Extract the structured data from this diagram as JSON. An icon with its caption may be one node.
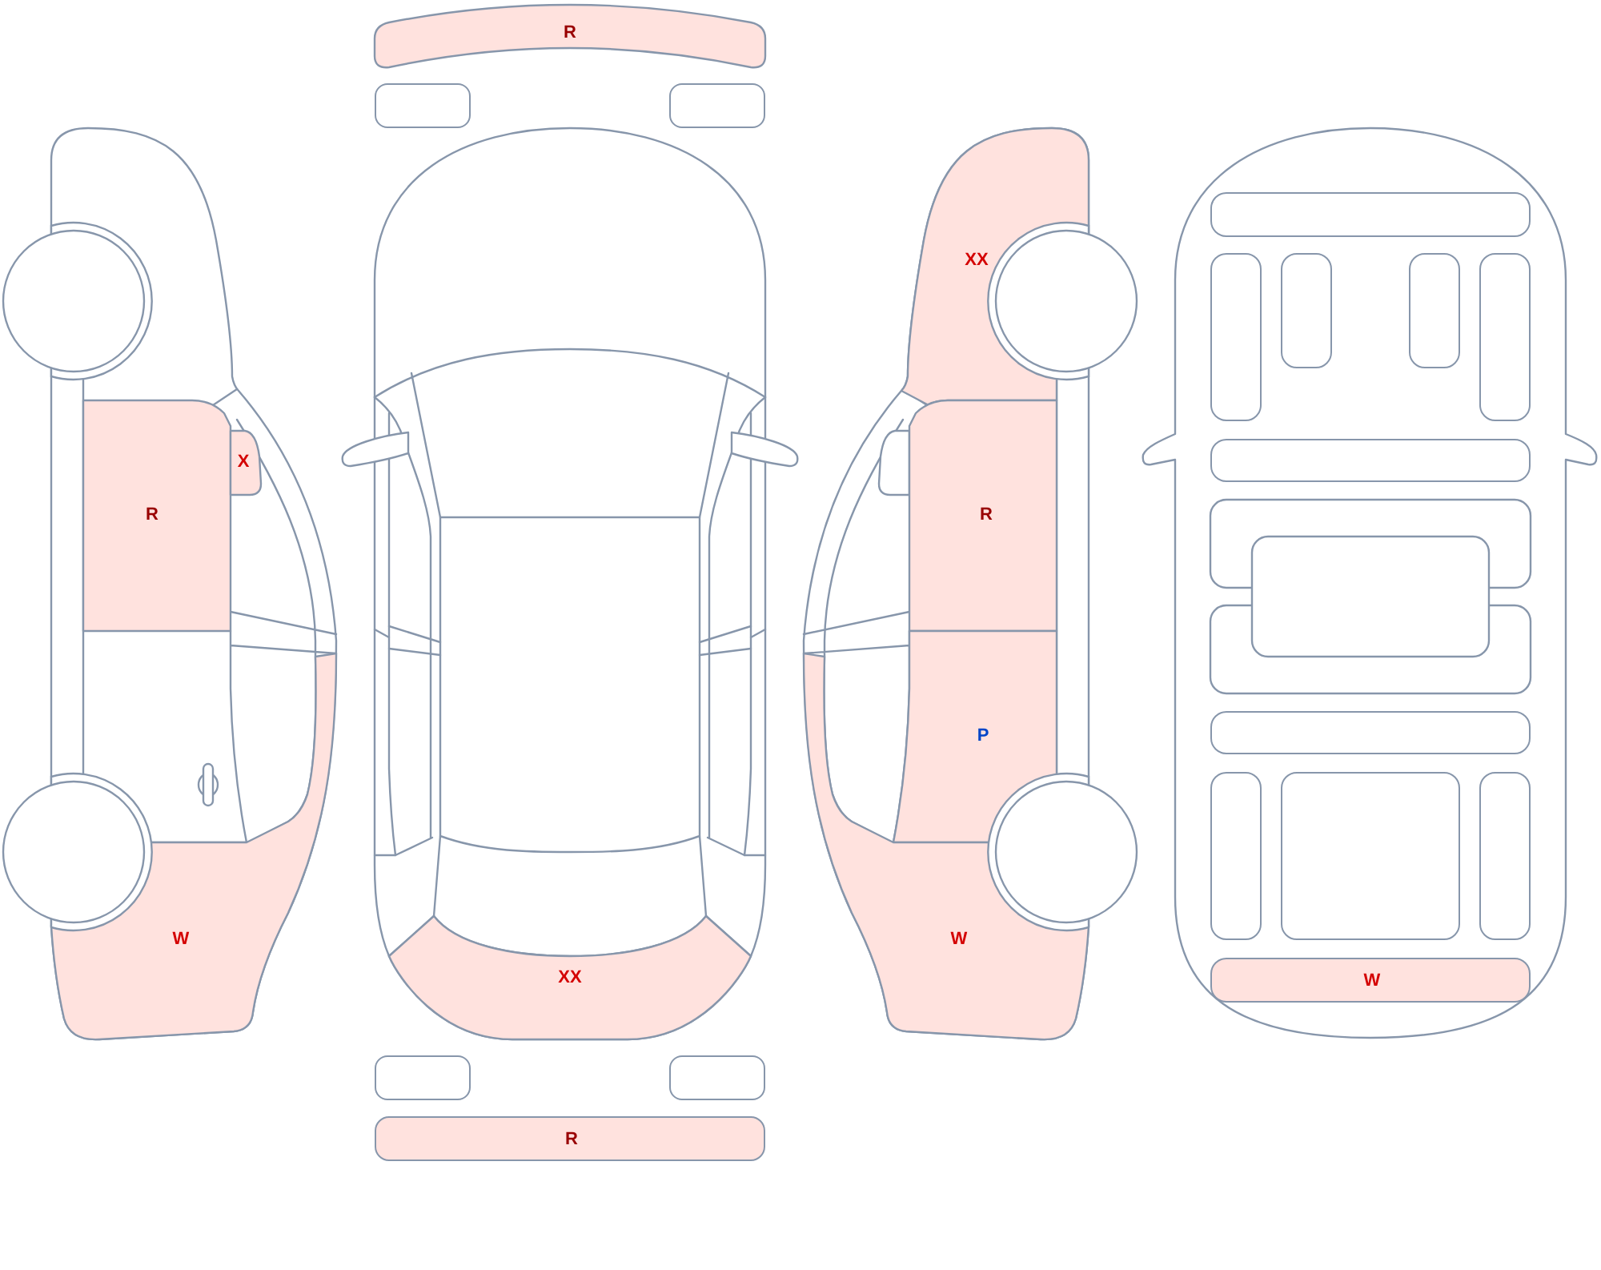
{
  "diagram": {
    "nodes": [
      {
        "text": [
          "R"
        ]
      },
      {
        "text": [
          "X"
        ]
      },
      {
        "text": [
          "W"
        ]
      },
      {
        "text": [
          "R"
        ]
      },
      {
        "text": [],
        "shape": "box"
      },
      {
        "text": [],
        "shape": "box"
      },
      {
        "text": [
          "XX"
        ]
      },
      {
        "text": [],
        "shape": "box"
      },
      {
        "text": [],
        "shape": "box"
      },
      {
        "text": [
          "R"
        ]
      },
      {
        "text": [
          "XX"
        ]
      },
      {
        "text": [
          "R"
        ]
      },
      {
        "text": [
          "P"
        ]
      },
      {
        "text": [
          "W"
        ]
      },
      {
        "text": [],
        "shape": "box"
      },
      {
        "text": [],
        "shape": "box"
      },
      {
        "text": [],
        "shape": "box"
      },
      {
        "text": [],
        "shape": "box"
      },
      {
        "text": [],
        "shape": "box"
      },
      {
        "text": [],
        "shape": "box"
      },
      {
        "text": [],
        "shape": "box"
      },
      {
        "text": [],
        "shape": "box"
      },
      {
        "text": [],
        "shape": "box"
      },
      {
        "text": [],
        "shape": "box"
      },
      {
        "text": [
          "W"
        ]
      }
    ]
  }
}
